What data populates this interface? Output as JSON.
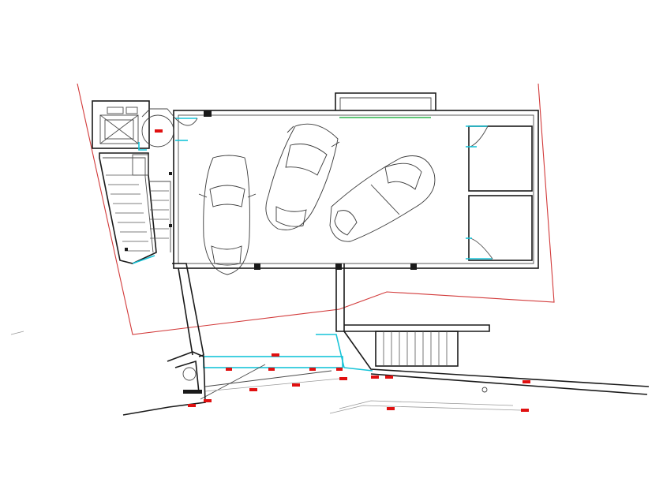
{
  "plan": {
    "colors": {
      "walls": "#1a1a1a",
      "property_line": "#d23a3a",
      "doors": "#17c4d8",
      "window": "#2ab34a",
      "markers": "#e01010"
    },
    "rooms": [
      "garage",
      "stair-hall",
      "elevator",
      "storage-upper",
      "storage-lower",
      "entry-ramp"
    ],
    "vehicles": 3
  }
}
